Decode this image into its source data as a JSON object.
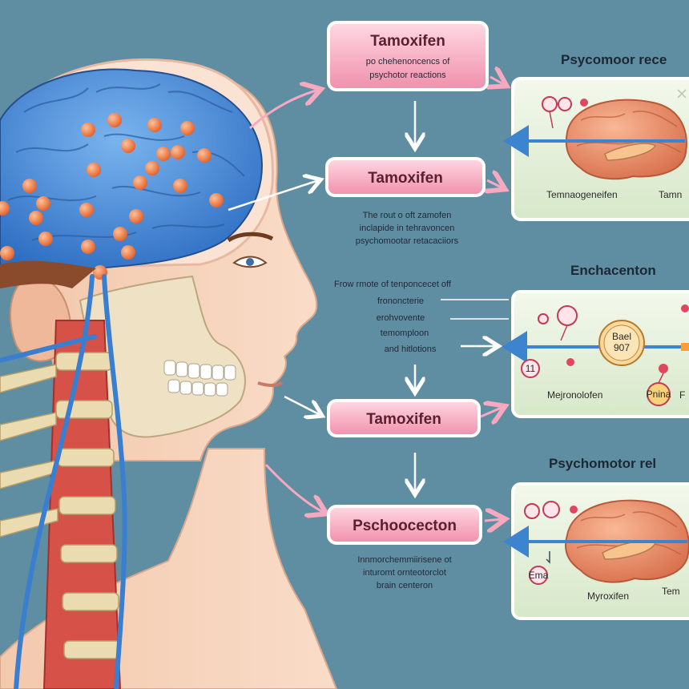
{
  "flow": {
    "box1_title": "Tamoxifen",
    "box1_sub_line1": "po chehenoncencs of",
    "box1_sub_line2": "psychotor reactions",
    "box2_title": "Tamoxifen",
    "box2_caption_line1": "The rout o oft zamofen",
    "box2_caption_line2": "inclapide in tehravoncen",
    "box2_caption_line3": "psychomootar retacaciiors",
    "mid_caption_line1": "Frow rmote of tenponcecet off",
    "mid_caption_line2": "frononcterie",
    "mid_caption_line3": "erohvovente",
    "mid_caption_line4": "temomploon",
    "mid_caption_line5": "and hitlotions",
    "box3_title": "Tamoxifen",
    "box4_title": "Pschoocecton",
    "box4_caption_line1": "Innmorchemmiirisene ot",
    "box4_caption_line2": "inturomt ornteotorclot",
    "box4_caption_line3": "brain centeron"
  },
  "panels": {
    "p1_heading": "Psycomoor rece",
    "p1_left": "Temnaogeneifen",
    "p1_right": "Tamn",
    "p2_heading": "Enchacenton",
    "p2_center_line1": "Bael",
    "p2_center_line2": "907",
    "p2_left": "Mejronolofen",
    "p2_pill": "Pnina",
    "p2_right": "F",
    "p2_node": "11",
    "p3_heading": "Psychomotor rel",
    "p3_left": "Myroxifen",
    "p3_right": "Tem",
    "p3_node": "Ema"
  },
  "colors": {
    "background": "#5f8ea3",
    "pill_fill": "#f6a9bf",
    "panel_fill": "#e2f0d7",
    "brain_blue": "#3f82d8",
    "dot_orange": "#f07a38",
    "panel_brain": "#f0936d",
    "arrow_blue": "#3d84d0"
  }
}
